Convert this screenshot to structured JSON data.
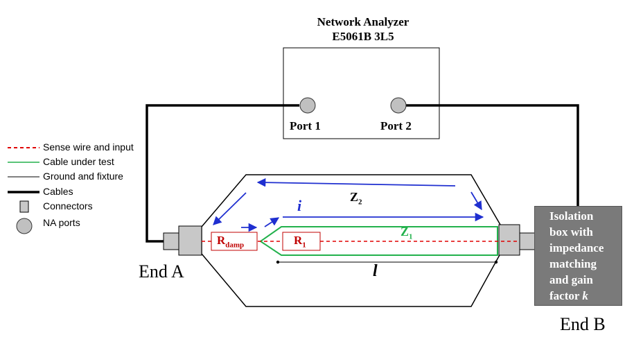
{
  "analyzer": {
    "title": "Network Analyzer",
    "model": "E5061B 3L5",
    "port1": "Port 1",
    "port2": "Port 2"
  },
  "legend": [
    {
      "label": "Sense wire and input",
      "symbol": "red-dashed-line",
      "color": "#e00000"
    },
    {
      "label": "Cable under test",
      "symbol": "green-line",
      "color": "#22b14c"
    },
    {
      "label": "Ground and fixture",
      "symbol": "thin-black-line",
      "color": "#000000"
    },
    {
      "label": "Cables",
      "symbol": "thick-black-line",
      "color": "#000000"
    },
    {
      "label": "Connectors",
      "symbol": "gray-square",
      "color": "#c8c8c8"
    },
    {
      "label": "NA ports",
      "symbol": "gray-circle",
      "color": "#c0c0c0"
    }
  ],
  "labels": {
    "end_a": "End A",
    "end_b": "End B",
    "current": "i",
    "z2_base": "Z",
    "z2_sub": "2",
    "z1_base": "Z",
    "z1_sub": "1",
    "length": "l",
    "rdamp_base": "R",
    "rdamp_sub": "damp",
    "r1_base": "R",
    "r1_sub": "1"
  },
  "isolation_box": {
    "text": "Isolation\nbox with\nimpedance\nmatching\nand gain\nfactor ",
    "factor": "k"
  },
  "colors": {
    "arrows": "#1f2fd0",
    "sense": "#e00000",
    "cable_under_test": "#22b14c",
    "connector": "#c8c8c8",
    "port": "#c0c0c0",
    "isolation_box": "#7a7a7a"
  }
}
